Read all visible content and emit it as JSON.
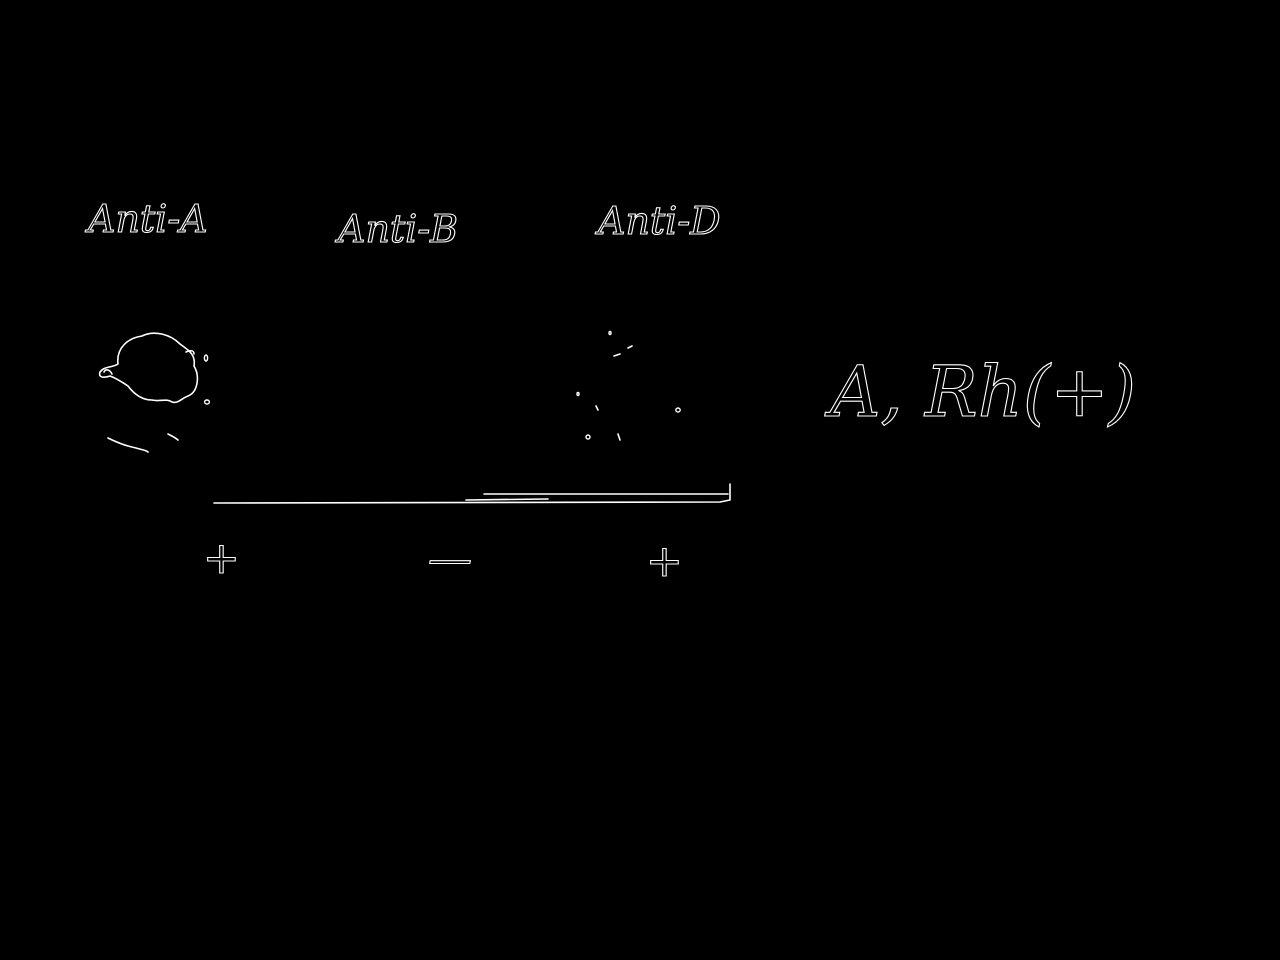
{
  "diagram": {
    "columns": [
      {
        "label": "Anti-A",
        "reaction": "agglutination"
      },
      {
        "label": "Anti-B",
        "reaction": "none"
      },
      {
        "label": "Anti-D",
        "reaction": "agglutination"
      }
    ],
    "signs": [
      "+",
      "—",
      "+"
    ],
    "result": "A, Rh(+)",
    "colors": {
      "background": "#000000",
      "ink": "#ffffff"
    }
  }
}
